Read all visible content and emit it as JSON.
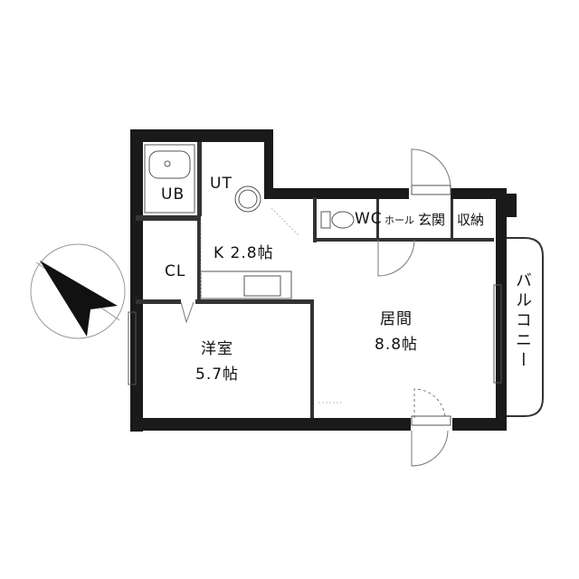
{
  "rooms": {
    "ub": "UB",
    "ut": "UT",
    "wc": "WC",
    "hall": "ホール",
    "entrance": "玄関",
    "storage": "収納",
    "kitchen": "K 2.8帖",
    "closet": "CL",
    "western_name": "洋室",
    "western_size": "5.7帖",
    "living_name": "居間",
    "living_size": "8.8帖",
    "balcony": "バルコニー"
  },
  "colors": {
    "wall": "#1a1a1a",
    "line": "#555555",
    "thin": "#9a9a9a"
  },
  "icons": {
    "north": "north-arrow-icon"
  }
}
